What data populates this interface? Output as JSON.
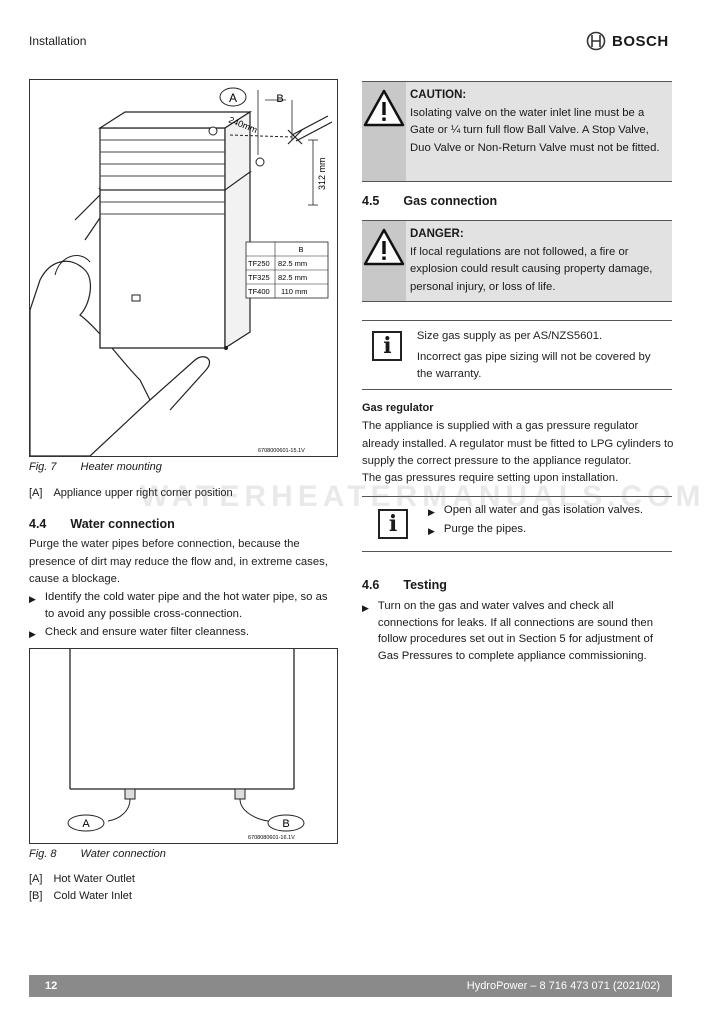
{
  "header": {
    "section": "Installation",
    "brand": "BOSCH"
  },
  "fig7": {
    "label": "Fig. 7",
    "title": "Heater mounting",
    "callout_a": "A",
    "callout_b": "B",
    "dim_240": "240mm",
    "dim_312": "312 mm",
    "table_header": "B",
    "table_rows": [
      {
        "model": "TF250",
        "value": "82.5 mm"
      },
      {
        "model": "TF325",
        "value": "82.5 mm"
      },
      {
        "model": "TF400",
        "value": "110 mm"
      }
    ],
    "code": "6708000601-15.1V",
    "legend": [
      {
        "key": "[A]",
        "text": "Appliance upper right corner position"
      }
    ]
  },
  "s44": {
    "num": "4.4",
    "title": "Water connection",
    "intro": "Purge the water pipes before connection, because the presence of dirt may reduce the flow and, in extreme cases, cause a blockage.",
    "bullets": [
      "Identify the cold water pipe and the hot water pipe, so as to avoid any possible cross-connection.",
      "Check and ensure water filter cleanness."
    ]
  },
  "fig8": {
    "label": "Fig. 8",
    "title": "Water connection",
    "callout_a": "A",
    "callout_b": "B",
    "code": "6708080601-16.1V",
    "legend": [
      {
        "key": "[A]",
        "text": "Hot Water Outlet"
      },
      {
        "key": "[B]",
        "text": "Cold Water Inlet"
      }
    ]
  },
  "caution": {
    "title": "CAUTION:",
    "text": "Isolating valve on the water inlet line must be a Gate or ¼ turn full flow Ball Valve. A Stop Valve, Duo Valve or Non-Return Valve must not be fitted."
  },
  "s45": {
    "num": "4.5",
    "title": "Gas connection"
  },
  "danger": {
    "title": "DANGER:",
    "text": "If local regulations are not followed, a fire or explosion could result causing property damage, personal injury, or loss of life."
  },
  "info1": {
    "line1": "Size gas supply as per AS/NZS5601.",
    "line2": "Incorrect gas pipe sizing will not be covered by the warranty."
  },
  "gas_regulator": {
    "title": "Gas regulator",
    "p1": "The appliance is supplied with a gas pressure regulator already installed. A regulator must be fitted to LPG cylinders to supply the correct pressure to the appliance regulator.",
    "p2": "The gas pressures require setting upon installation."
  },
  "info2": {
    "bullets": [
      "Open all water and gas isolation valves.",
      "Purge the pipes."
    ]
  },
  "s46": {
    "num": "4.6",
    "title": "Testing",
    "bullets": [
      "Turn on the gas and water valves and check all connections for leaks. If all connections are sound then follow procedures set out in Section 5 for adjustment of Gas Pressures to complete appliance commissioning."
    ]
  },
  "footer": {
    "page": "12",
    "doc": "HydroPower – 8 716 473 071 (2021/02)"
  },
  "watermark": "WATERHEATERMANUALS.COM"
}
